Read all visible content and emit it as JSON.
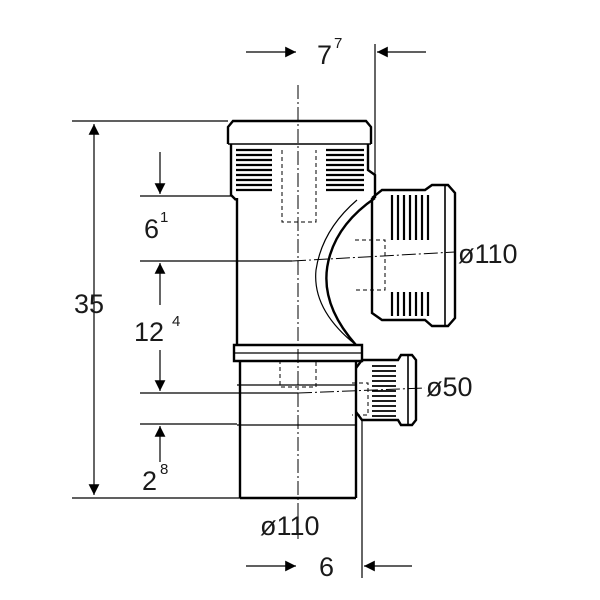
{
  "diagram": {
    "dimensions": {
      "top_offset": {
        "main": "7",
        "sup": "7"
      },
      "bottom_offset": {
        "main": "6"
      },
      "total_height": {
        "main": "35"
      },
      "upper_spacing": {
        "main": "6",
        "sup": "1"
      },
      "middle_spacing": {
        "main": "12",
        "sup": "4"
      },
      "lower_spacing": {
        "main": "2",
        "sup": "8"
      }
    },
    "diameters": {
      "branch_large": "ø110",
      "branch_small": "ø50",
      "main_pipe": "ø110"
    }
  }
}
